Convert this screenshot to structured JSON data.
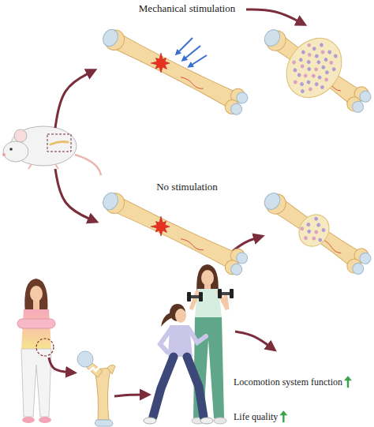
{
  "diagram": {
    "labels": [
      "Mechanical stimulation",
      "No stimulation",
      "Locomotion system function",
      "Life quality"
    ]
  }
}
